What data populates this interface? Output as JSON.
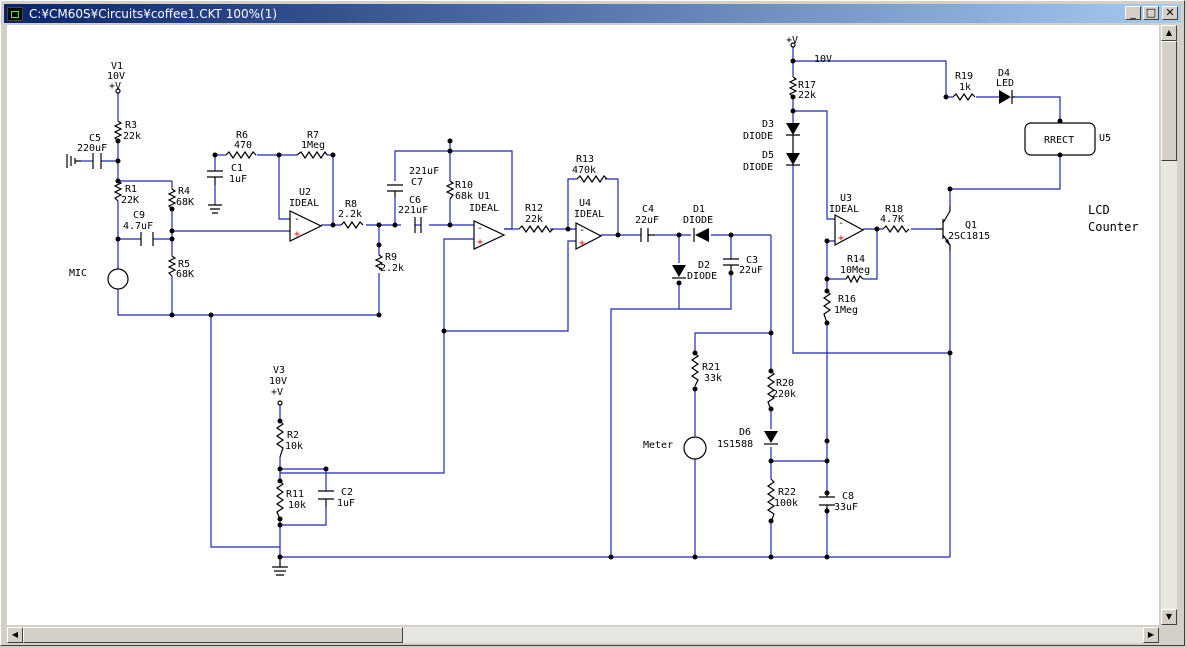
{
  "window": {
    "title": "C:¥CM60S¥Circuits¥coffee1.CKT 100%(1)",
    "buttons": {
      "minimize": "_",
      "maximize": "□",
      "close": "✕"
    }
  },
  "scroll": {
    "up": "▲",
    "down": "▼",
    "left": "◀",
    "right": "▶"
  },
  "labels": {
    "v1": {
      "name": "V1",
      "value": "10V",
      "plus": "+V"
    },
    "v3": {
      "name": "V3",
      "value": "10V",
      "plus": "+V"
    },
    "vtop": {
      "plus": "+V",
      "value": "10V"
    },
    "r1": {
      "name": "R1",
      "value": "22K"
    },
    "r2": {
      "name": "R2",
      "value": "10k"
    },
    "r3": {
      "name": "R3",
      "value": "22k"
    },
    "r4": {
      "name": "R4",
      "value": "68K"
    },
    "r5": {
      "name": "R5",
      "value": "68K"
    },
    "r6": {
      "name": "R6",
      "value": "470"
    },
    "r7": {
      "name": "R7",
      "value": "1Meg"
    },
    "r8": {
      "name": "R8",
      "value": "2.2k"
    },
    "r9": {
      "name": "R9",
      "value": "2.2k"
    },
    "r10": {
      "name": "R10",
      "value": "68k"
    },
    "r11": {
      "name": "R11",
      "value": "10k"
    },
    "r12": {
      "name": "R12",
      "value": "22k"
    },
    "r13": {
      "name": "R13",
      "value": "470k"
    },
    "r14": {
      "name": "R14",
      "value": "10Meg"
    },
    "r16": {
      "name": "R16",
      "value": "1Meg"
    },
    "r17": {
      "name": "R17",
      "value": "22k"
    },
    "r18": {
      "name": "R18",
      "value": "4.7K"
    },
    "r19": {
      "name": "R19",
      "value": "1k"
    },
    "r20": {
      "name": "R20",
      "value": "220k"
    },
    "r21": {
      "name": "R21",
      "value": "33k"
    },
    "r22": {
      "name": "R22",
      "value": "100k"
    },
    "c1": {
      "name": "C1",
      "value": "1uF"
    },
    "c2": {
      "name": "C2",
      "value": "1uF"
    },
    "c3": {
      "name": "C3",
      "value": "22uF"
    },
    "c4": {
      "name": "C4",
      "value": "22uF"
    },
    "c5": {
      "name": "C5",
      "value": "220uF"
    },
    "c6": {
      "name": "C6",
      "value": "221uF"
    },
    "c7": {
      "name": "C7",
      "value": "221uF"
    },
    "c8": {
      "name": "C8",
      "value": "33uF"
    },
    "c9": {
      "name": "C9",
      "value": "4.7uF"
    },
    "u1": {
      "name": "U1",
      "type": "IDEAL"
    },
    "u2": {
      "name": "U2",
      "type": "IDEAL"
    },
    "u3": {
      "name": "U3",
      "type": "IDEAL"
    },
    "u4": {
      "name": "U4",
      "type": "IDEAL"
    },
    "u5": {
      "name": "U5",
      "type": "RRECT"
    },
    "d1": {
      "name": "D1",
      "type": "DIODE"
    },
    "d2": {
      "name": "D2",
      "type": "DIODE"
    },
    "d3": {
      "name": "D3",
      "type": "DIODE"
    },
    "d4": {
      "name": "D4",
      "type": "LED"
    },
    "d5": {
      "name": "D5",
      "type": "DIODE"
    },
    "d6": {
      "name": "D6",
      "type": "1S1588"
    },
    "q1": {
      "name": "Q1",
      "type": "2SC1815"
    },
    "mic": "MIC",
    "meter": "Meter",
    "lcd1": "LCD",
    "lcd2": "Counter",
    "opamp_minus": "-",
    "opamp_plus": "+"
  },
  "colors": {
    "wire": "#1e28b4",
    "component": "#000000",
    "opamp_plus": "#e00000",
    "background": "#ffffff"
  }
}
